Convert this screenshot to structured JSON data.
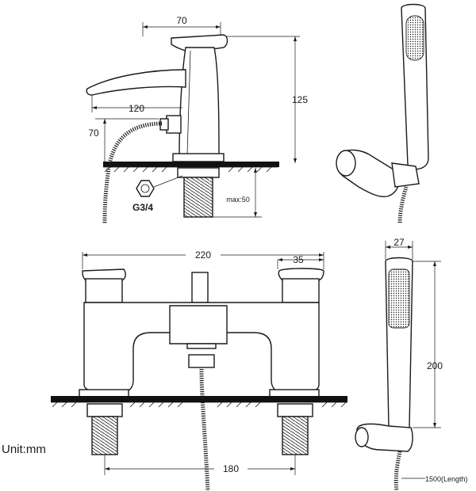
{
  "dimensions": {
    "side_width": "70",
    "side_height": "125",
    "spout_reach": "120",
    "diverter_height": "70",
    "thread_depth": "max:50",
    "thread_size": "G3/4",
    "overall_width": "220",
    "handle_width": "35",
    "centres": "180",
    "handset_width": "27",
    "handset_length": "200",
    "hose_length": "1500(Length)"
  },
  "unit_label": "Unit:mm"
}
